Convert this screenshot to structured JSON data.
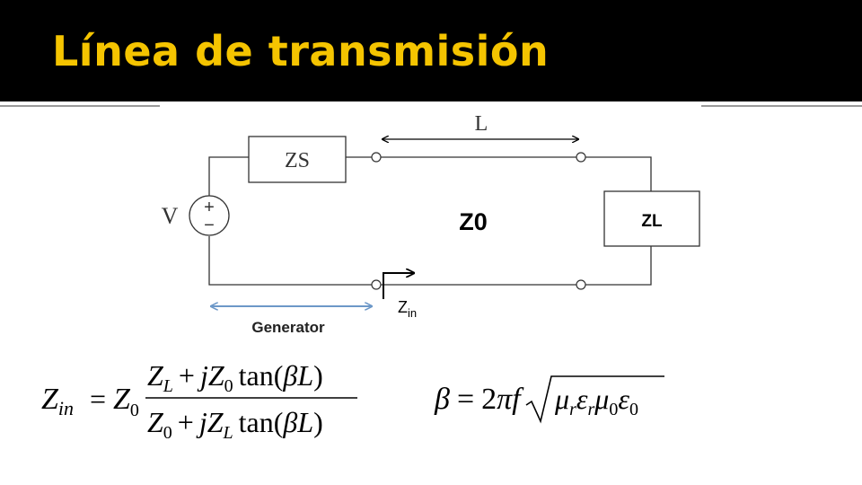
{
  "slide": {
    "title": "Línea de transmisión",
    "title_color": "#f5c400"
  },
  "circuit": {
    "source_label": "V",
    "source_plus": "+",
    "source_minus": "−",
    "source_impedance": "ZS",
    "line_length": "L",
    "line_impedance": "Z0",
    "load_impedance": "ZL",
    "input_impedance_main": "Z",
    "input_impedance_sub": "in",
    "generator_label": "Generator",
    "generator_arrow_color": "#6d98c8"
  },
  "formulas": {
    "zin": {
      "lhs": "Z",
      "lhs_sub": "in",
      "eq": "=",
      "z0": "Z",
      "z0_sub": "0",
      "num_a": "Z",
      "num_a_sub": "L",
      "num_plus": "+",
      "num_j": "jZ",
      "num_j_sub": "0",
      "num_tan": "tan(",
      "num_beta": "β",
      "num_L": "L",
      "num_close": ")",
      "den_a": "Z",
      "den_a_sub": "0",
      "den_plus": "+",
      "den_j": "jZ",
      "den_j_sub": "L",
      "den_tan": "tan(",
      "den_beta": "β",
      "den_L": "L",
      "den_close": ")"
    },
    "beta": {
      "lhs": "β",
      "eq": "=",
      "coef": "2",
      "pi": "π",
      "f": "f",
      "mu_r": "μ",
      "mu_r_sub": "r",
      "eps_r": "ε",
      "eps_r_sub": "r",
      "mu_0": "μ",
      "mu_0_sub": "0",
      "eps_0": "ε",
      "eps_0_sub": "0"
    }
  }
}
